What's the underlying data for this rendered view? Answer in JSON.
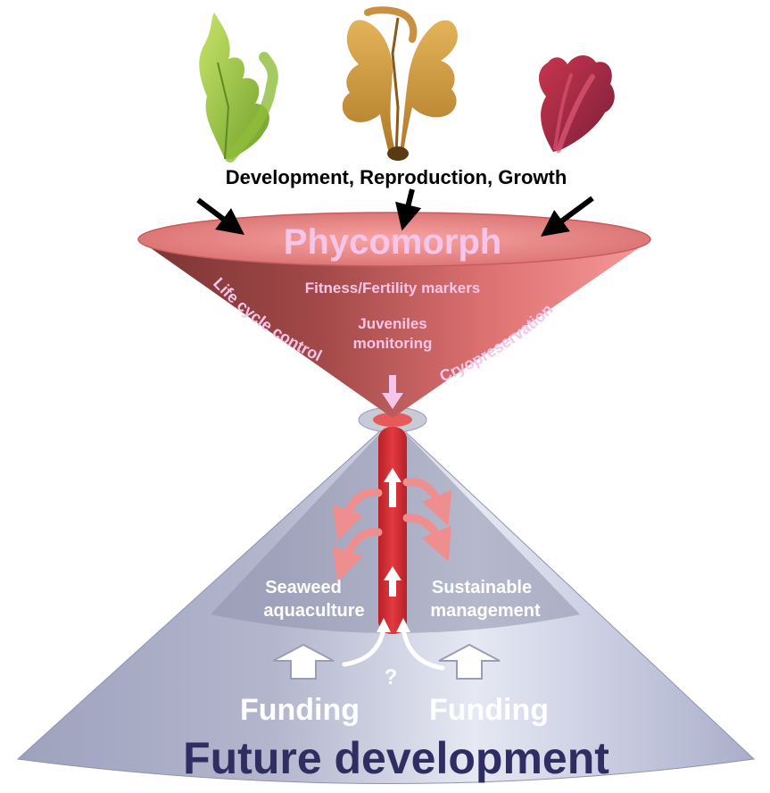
{
  "top_label": "Development, Reproduction, Growth",
  "funnel": {
    "title": "Phycomorph",
    "center_line1": "Fitness/Fertility markers",
    "center_line2": "Juveniles",
    "center_line3": "monitoring",
    "left_curved": "Life cycle control",
    "right_curved": "Cryopreservation"
  },
  "lower": {
    "left_line1": "Seaweed",
    "left_line2": "aquaculture",
    "right_line1": "Sustainable",
    "right_line2": "management",
    "question": "?",
    "funding_left": "Funding",
    "funding_right": "Funding",
    "bottom_title": "Future development"
  },
  "colors": {
    "funnel_dark": "#8a3c3c",
    "funnel_light": "#ef8a8a",
    "funnel_text": "#f6c6ea",
    "stem": "#d8323a",
    "cone": "#a4a9c4",
    "cone_light": "#e1e4f1",
    "bottom_title": "#2e2e62",
    "arrow_pink": "#ef8e8e"
  },
  "icons": [
    "green-seaweed-icon",
    "brown-kelp-icon",
    "red-seaweed-icon"
  ]
}
